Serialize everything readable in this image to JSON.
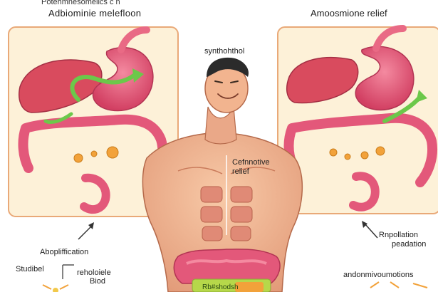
{
  "labels": {
    "top_left_small": "Potehmnesomelics c n",
    "top_left_title": "Adbiominie melefloon",
    "top_right_title": "Amoosmione relief",
    "center_top": "synthohthol",
    "center_line1": "Cefnnotive",
    "center_line2": "relief",
    "left_arrow_label": "Abopliffication",
    "left_bottom_1": "Studibel",
    "left_bottom_2a": "reholoiele",
    "left_bottom_2b": "Biod",
    "right_label_1": "Rnpollation",
    "right_label_2": "peadation",
    "right_bottom": "andonmivoumotions",
    "bottom_center_partial": "Rb#shodsh"
  },
  "colors": {
    "panel_fill": "#fdf1d8",
    "panel_border": "#e9a978",
    "organ_pink": "#e65a79",
    "organ_dark": "#c43a5b",
    "liver": "#d94b5e",
    "skin": "#f2b48f",
    "muscle": "#e07a6b",
    "hair": "#2b2b2b",
    "green_arrow": "#6cc84a",
    "orange_particle": "#f2a23a"
  }
}
